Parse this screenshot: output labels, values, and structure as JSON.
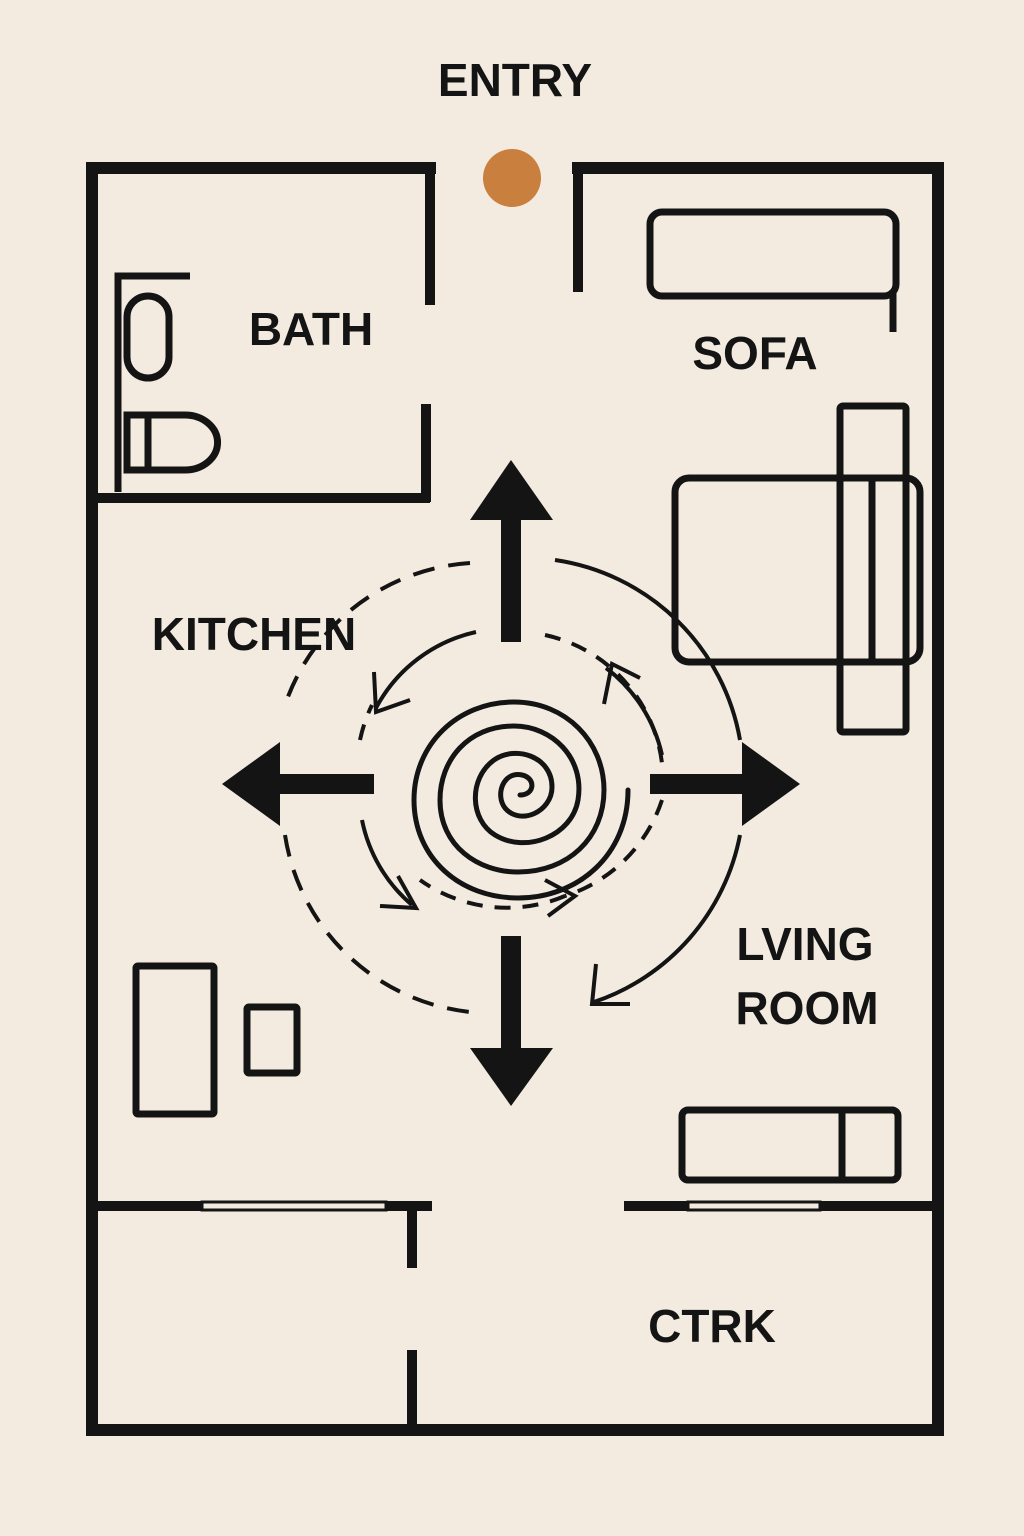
{
  "colors": {
    "background": "#f3ebe0",
    "ink": "#141414",
    "entry_marker": "#c9803f"
  },
  "labels": {
    "entry": "ENTRY",
    "bath": "BATH",
    "sofa": "SOFA",
    "kitchen": "KITCHEN",
    "living_line1": "LVING",
    "living_line2": "ROOM",
    "ctrk": "CTRK"
  },
  "icons": {
    "entry_marker": "filled-circle",
    "center": "spiral",
    "arrows": [
      "arrow-up",
      "arrow-down",
      "arrow-left",
      "arrow-right"
    ]
  }
}
